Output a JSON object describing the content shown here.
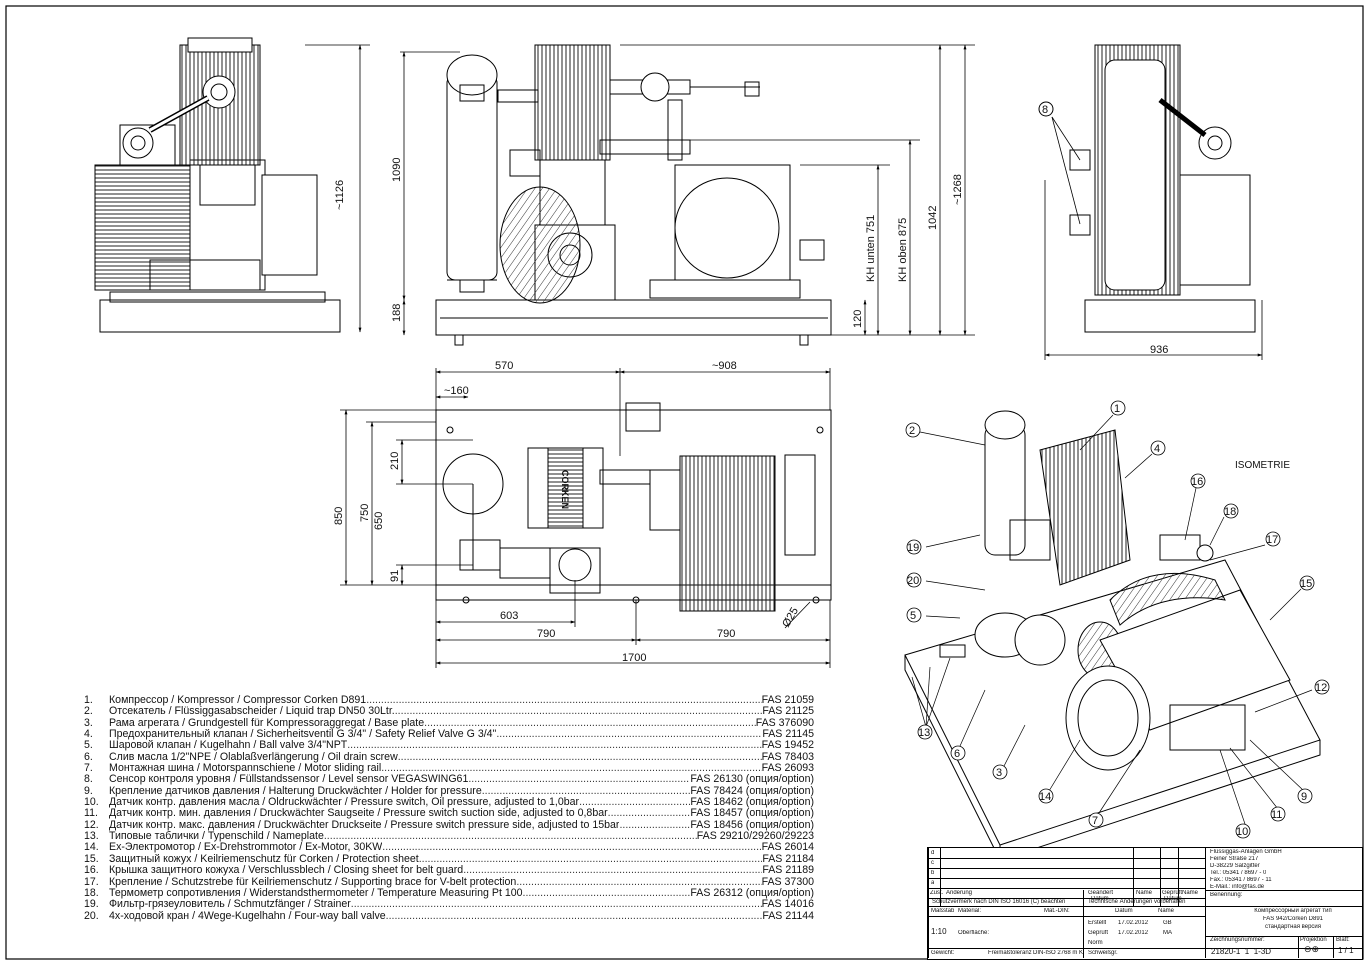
{
  "dimensions": {
    "d1126": "~1126",
    "d1090": "1090",
    "d188": "188",
    "d120": "120",
    "kh751": "KH unten 751",
    "kh875": "KH oben 875",
    "d1042": "1042",
    "d1268": "~1268",
    "d936": "936",
    "d570": "570",
    "d908": "~908",
    "d160": "~160",
    "d210": "210",
    "d650": "650",
    "d750": "750",
    "d850": "850",
    "d91": "91",
    "d603": "603",
    "d790a": "790",
    "d790b": "790",
    "d1700": "1700",
    "d25": "Ø25"
  },
  "brand": "CORKEN",
  "iso_label": "ISOMETRIE",
  "callouts": [
    "1",
    "2",
    "3",
    "4",
    "5",
    "6",
    "7",
    "8",
    "9",
    "10",
    "11",
    "12",
    "13",
    "14",
    "15",
    "16",
    "17",
    "18",
    "19",
    "20"
  ],
  "parts": [
    {
      "num": "1.",
      "desc": "Компрессор / Kompressor / Compressor Corken D891",
      "fas": "FAS 21059"
    },
    {
      "num": "2.",
      "desc": "Отсекатель / Flüssiggasabscheider / Liquid trap DN50 30Ltr.",
      "fas": "FAS 21125"
    },
    {
      "num": "3.",
      "desc": "Рама агрегата / Grundgestell für Kompressoraggregat / Base plate",
      "fas": "FAS 376090"
    },
    {
      "num": "4.",
      "desc": "Предохранительный клапан / Sicherheitsventil G 3/4\" / Safety Relief Valve G 3/4\"",
      "fas": "FAS 21145"
    },
    {
      "num": "5.",
      "desc": "Шаровой клапан / Kugelhahn / Ball valve 3/4\"NPT",
      "fas": "FAS 19452"
    },
    {
      "num": "6.",
      "desc": "Слив масла 1/2\"NPE / Ölablaßverlängerung / Oil drain screw",
      "fas": "FAS 78403"
    },
    {
      "num": "7.",
      "desc": "Монтажная шина / Motorspannschiene / Motor sliding rail",
      "fas": "FAS 26093"
    },
    {
      "num": "8.",
      "desc": "Сенсор контроля уровня / Füllstandssensor / Level sensor VEGASWING61",
      "fas": "FAS 26130 (опция/option)"
    },
    {
      "num": "9.",
      "desc": "Крепление датчиков давления / Halterung Druckwächter / Holder for pressure",
      "fas": "FAS 78424 (опция/option)"
    },
    {
      "num": "10.",
      "desc": "Датчик контр. давления масла / Öldruckwächter / Pressure switch, Oil pressure, adjusted to 1,0bar",
      "fas": "FAS 18462 (опция/option)"
    },
    {
      "num": "11.",
      "desc": "Датчик контр. мин. давления / Druckwächter Saugseite / Pressure switch suction side, adjusted to 0,8bar",
      "fas": "FAS 18457 (опция/option)"
    },
    {
      "num": "12.",
      "desc": "Датчик контр. макс. давления / Druckwächter Druckseite / Pressure switch pressure side, adjusted to 15bar",
      "fas": "FAS 18456 (опция/option)"
    },
    {
      "num": "13.",
      "desc": "Типовые таблички / Typenschild / Nameplate",
      "fas": "FAS 29210/29260/29223"
    },
    {
      "num": "14.",
      "desc": "Ex-Электромотор / Ex-Drehstrommotor / Ex-Motor, 30KW",
      "fas": "FAS 26014"
    },
    {
      "num": "15.",
      "desc": "Защитный кожух / Keilriemenschutz für Corken / Protection sheet",
      "fas": "FAS 21184"
    },
    {
      "num": "16.",
      "desc": "Крышка защитного кожуха / Verschlussblech / Closing sheet for belt guard",
      "fas": "FAS 21189"
    },
    {
      "num": "17.",
      "desc": "Крепление / Schutzstrebe für Keilriemenschutz / Supporting brace for V-belt protection",
      "fas": "FAS 37300"
    },
    {
      "num": "18.",
      "desc": "Термометр сопротивления / Widerstandsthermometer / Temperature Measuring Pt 100",
      "fas": "FAS 26312 (опция/option)"
    },
    {
      "num": "19.",
      "desc": "Фильтр-грязеуловитель / Schmutzfänger / Strainer",
      "fas": "FAS 14016"
    },
    {
      "num": "20.",
      "desc": "4х-ходовой кран / 4Wege-Kugelhahn / Four-way ball valve",
      "fas": "FAS 21144"
    }
  ],
  "title_block": {
    "rev_rows": [
      "d",
      "c",
      "b",
      "a"
    ],
    "zust": "Zust.",
    "aenderung": "Änderung",
    "geaendert": "Geändert",
    "geaendert_sub": "Datum",
    "geaendert_name": "Name",
    "geprueft": "Geprüft",
    "geprueft_sub": "Datum",
    "geprueft_name": "Name",
    "norm_note": "Schutzvermerk nach DIN ISO 16016 (C) beachten",
    "tech_note": "Technische Änderungen vorbehalten",
    "massstab_label": "Maßstab",
    "massstab": "1:10",
    "material_label": "Material:",
    "mat_din": "Mat.-DIN:",
    "oberflaeche": "Oberfläche:",
    "erstellt": "Erstellt",
    "erstellt_date": "17.02.2012",
    "erstellt_name": "GB",
    "geprueft2": "Geprüft",
    "geprueft2_date": "17.02.2012",
    "geprueft2_name": "MA",
    "norm_label": "Norm",
    "datum_label": "Datum",
    "name_label": "Name",
    "gewicht": "Gewicht:",
    "freimass": "Freimaßtoleranz",
    "din_iso": "DIN-ISO 2768 m K",
    "schweiss": "Schweißgr.",
    "company": [
      "Flüssiggas-Anlagen GmbH",
      "Feiner Straße 217",
      "D-38229 Salzgitter",
      "Tel.: 05341 / 8697 - 0",
      "Fax.: 05341 / 8697 - 11",
      "E-Mail.: info@fas.de"
    ],
    "benennung_label": "Benennung:",
    "benennung": [
      "Компрессорный агрегат тип",
      "FAS 942/Corken D891",
      "стандартная версия"
    ],
    "zeichnungsnummer_label": "Zeichnungsnummer:",
    "zeichnungsnummer": "21820-1_1_1-3D",
    "projektion_label": "Projektion",
    "blatt_label": "Blatt:",
    "blatt": "1 / 1"
  }
}
